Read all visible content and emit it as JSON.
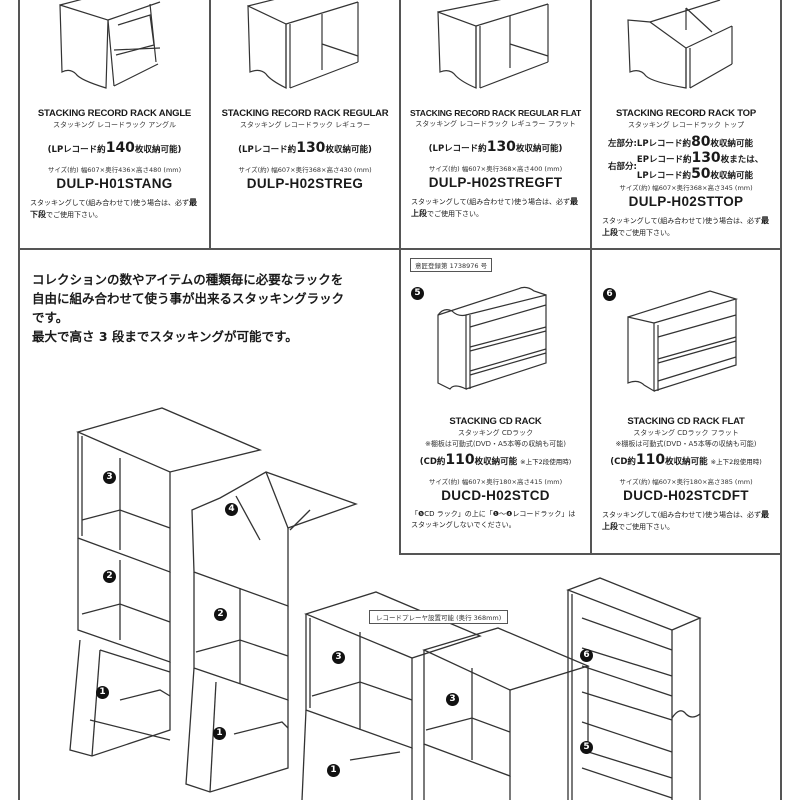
{
  "products": [
    {
      "title": "STACKING RECORD RACK ANGLE",
      "subtitle": "スタッキング レコードラック アングル",
      "capacity_prefix": "(LPレコード約",
      "capacity_number": "140",
      "capacity_suffix": "枚収納可能)",
      "size": "サイズ(約) 幅607×奥行436×高さ480 (mm)",
      "model": "DULP-H01STANG",
      "note_prefix": "スタッキングして(組み合わせて)使う場合は、必ず",
      "note_bold": "最下段",
      "note_suffix": "でご使用下さい。"
    },
    {
      "title": "STACKING RECORD RACK REGULAR",
      "subtitle": "スタッキング レコードラック レギュラー",
      "capacity_prefix": "(LPレコード約",
      "capacity_number": "130",
      "capacity_suffix": "枚収納可能)",
      "size": "サイズ(約) 幅607×奥行368×高さ430 (mm)",
      "model": "DULP-H02STREG"
    },
    {
      "title": "STACKING RECORD RACK REGULAR FLAT",
      "subtitle": "スタッキング レコードラック レギュラー フラット",
      "capacity_prefix": "(LPレコード約",
      "capacity_number": "130",
      "capacity_suffix": "枚収納可能)",
      "size": "サイズ(約) 幅607×奥行368×高さ400 (mm)",
      "model": "DULP-H02STREGFT",
      "note_prefix": "スタッキングして(組み合わせて)使う場合は、必ず",
      "note_bold": "最上段",
      "note_suffix": "でご使用下さい。"
    },
    {
      "title": "STACKING RECORD RACK TOP",
      "subtitle": "スタッキング レコードラック トップ",
      "left_label": "左部分:",
      "left_prefix": "LPレコード約",
      "left_number": "80",
      "left_suffix": "枚収納可能",
      "right_label": "右部分:",
      "right_line1_prefix": "EPレコード約",
      "right_line1_number": "130",
      "right_line1_suffix": "枚または、",
      "right_line2_prefix": "LPレコード約",
      "right_line2_number": "50",
      "right_line2_suffix": "枚収納可能",
      "size": "サイズ(約) 幅607×奥行368×高さ345 (mm)",
      "model": "DULP-H02STTOP",
      "note_prefix": "スタッキングして(組み合わせて)使う場合は、必ず",
      "note_bold": "最上段",
      "note_suffix": "でご使用下さい。"
    }
  ],
  "intro": {
    "line1": "コレクションの数やアイテムの種類毎に必要なラックを",
    "line2": "自由に組み合わせて使う事が出来るスタッキングラック",
    "line3": "です。",
    "line4": "最大で高さ 3 段までスタッキングが可能です。"
  },
  "registration": "意匠登録第 1738976 号",
  "cd_products": [
    {
      "badge": "5",
      "title": "STACKING CD RACK",
      "subtitle": "スタッキング CDラック",
      "shelf_note": "※棚板は可動式(DVD・A5本等の収納も可能)",
      "capacity_prefix": "(CD約",
      "capacity_number": "110",
      "capacity_suffix": "枚収納可能",
      "capacity_note": "※上下2段使用時)",
      "size": "サイズ(約) 幅607×奥行180×高さ415 (mm)",
      "model": "DUCD-H02STCD",
      "note": "「❺CD ラック」の上に「❶〜❹レコードラック」はスタッキングしないでください。"
    },
    {
      "badge": "6",
      "title": "STACKING CD RACK FLAT",
      "subtitle": "スタッキング CDラック フラット",
      "shelf_note": "※棚板は可動式(DVD・A5本等の収納も可能)",
      "capacity_prefix": "(CD約",
      "capacity_number": "110",
      "capacity_suffix": "枚収納可能",
      "capacity_note": "※上下2段使用時)",
      "size": "サイズ(約) 幅607×奥行180×高さ385 (mm)",
      "model": "DUCD-H02STCDFT",
      "note_prefix": "スタッキングして(組み合わせて)使う場合は、必ず",
      "note_bold": "最上段",
      "note_suffix": "でご使用下さい。"
    }
  ],
  "player_label": "レコードプレーヤ設置可能 (奥行 368mm)",
  "diagram_badges": {
    "b1": "1",
    "b2": "2",
    "b3": "3",
    "b4": "4",
    "b5": "5",
    "b6": "6"
  }
}
